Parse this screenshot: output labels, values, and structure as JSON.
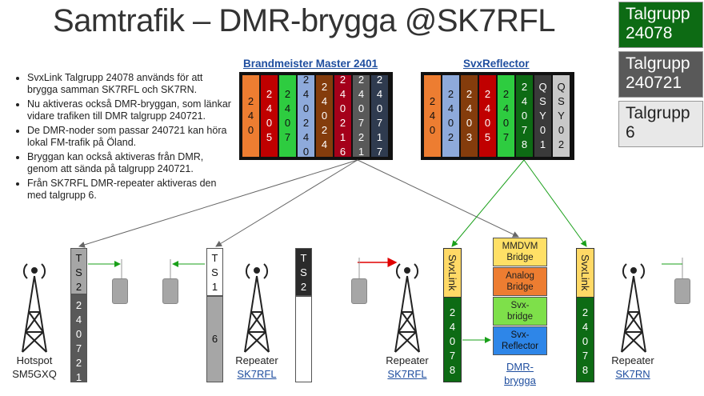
{
  "title": "Samtrafik – DMR-brygga @SK7RFL",
  "talgrupp_boxes": [
    {
      "label": "Talgrupp 24078",
      "bg": "#0d6b14",
      "fg": "#ffffff"
    },
    {
      "label": "Talgrupp 240721",
      "bg": "#595959",
      "fg": "#ffffff"
    },
    {
      "label": "Talgrupp 6",
      "bg": "#e8e8e8",
      "fg": "#222222"
    }
  ],
  "bullets": [
    "SvxLink Talgrupp 24078 används för att brygga samman SK7RFL och SK7RN.",
    "Nu aktiveras också DMR-bryggan, som länkar vidare trafiken till DMR talgrupp 240721.",
    "De DMR-noder som passar 240721 kan höra lokal FM-trafik på Öland.",
    "Bryggan kan också aktiveras från DMR, genom att sända på talgrupp 240721.",
    "Från SK7RFL DMR-repeater aktiveras den med talgrupp 6."
  ],
  "brandmeister": {
    "header": "Brandmeister Master 2401",
    "columns": [
      {
        "text": "2\n4\n0",
        "bg": "#ed7d31",
        "fg": "#111"
      },
      {
        "text": "2\n4\n0\n5",
        "bg": "#c00000",
        "fg": "#fff"
      },
      {
        "text": "2\n4\n0\n7",
        "bg": "#2ecc40",
        "fg": "#111"
      },
      {
        "text": "2\n4\n0\n2\n4\n0",
        "bg": "#8eaadb",
        "fg": "#111"
      },
      {
        "text": "2\n4\n0\n2\n4",
        "bg": "#843c0c",
        "fg": "#fff"
      },
      {
        "text": "2\n4\n0\n2\n1\n6",
        "bg": "#a5001a",
        "fg": "#fff"
      },
      {
        "text": "2\n4\n0\n7\n2\n1",
        "bg": "#595959",
        "fg": "#fff"
      },
      {
        "text": "2\n4\n0\n7\n1\n7",
        "bg": "#2f3b4f",
        "fg": "#fff"
      }
    ]
  },
  "svxreflector": {
    "header": "SvxReflector",
    "columns": [
      {
        "text": "2\n4\n0",
        "bg": "#ed7d31",
        "fg": "#111"
      },
      {
        "text": "2\n4\n0\n2",
        "bg": "#8eaadb",
        "fg": "#111"
      },
      {
        "text": "2\n4\n0\n3",
        "bg": "#843c0c",
        "fg": "#fff"
      },
      {
        "text": "2\n4\n0\n5",
        "bg": "#c00000",
        "fg": "#fff"
      },
      {
        "text": "2\n4\n0\n7",
        "bg": "#2ecc40",
        "fg": "#111"
      },
      {
        "text": "2\n4\n0\n7\n8",
        "bg": "#0d6b14",
        "fg": "#fff"
      },
      {
        "text": "Q\nS\nY\n0\n1",
        "bg": "#3a3a3a",
        "fg": "#fff"
      },
      {
        "text": "Q\nS\nY\n0\n2",
        "bg": "#c8c8c8",
        "fg": "#111"
      }
    ]
  },
  "timeslots": {
    "hotspot_ts": "T\nS\n2",
    "hotspot_tg": "2\n4\n0\n7\n2\n1",
    "rfl_ts1": "T\nS\n1",
    "rfl_ts1_tg": "6",
    "rfl_ts2": "T\nS\n2"
  },
  "svxlink_columns": {
    "label": "SvxLink",
    "tg": "2\n4\n0\n7\n8"
  },
  "bridge": {
    "mmdvm": "MMDVM\nBridge",
    "analog": "Analog\nBridge",
    "svxbridge": "Svx-\nbridge",
    "svxreflector": "Svx-\nReflector",
    "link_line1": "DMR-",
    "link_line2": "brygga"
  },
  "labels": {
    "hotspot": "Hotspot",
    "hotspot_call": "SM5GXQ",
    "repeater1": "Repeater",
    "repeater1_call": "SK7RFL",
    "repeater2": "Repeater",
    "repeater2_call": "SK7RFL",
    "repeater3": "Repeater",
    "repeater3_call": "SK7RN"
  },
  "colors": {
    "green_arrow": "#1aa01a",
    "grey_arrow": "#666666",
    "red_arrow": "#e00000",
    "link_blue": "#1f4e9f"
  }
}
